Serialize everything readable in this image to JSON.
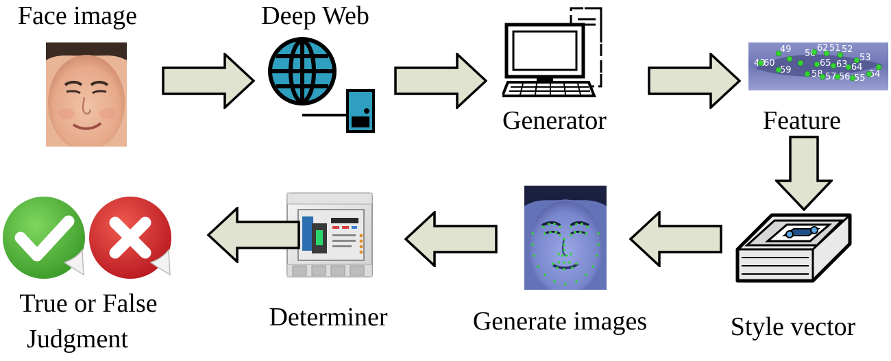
{
  "labels": {
    "face_image": "Face image",
    "deep_web": "Deep Web",
    "generator": "Generator",
    "feature": "Feature",
    "style_vector": "Style vector",
    "generate_images": "Generate images",
    "determiner": "Determiner",
    "judgment_line1": "True or False",
    "judgment_line2": "Judgment"
  },
  "feature_landmark_numbers": [
    "49",
    "48",
    "62",
    "51",
    "52",
    "53",
    "50",
    "63",
    "59",
    "58",
    "57",
    "56",
    "55",
    "54",
    "64",
    "65",
    "60"
  ],
  "colors": {
    "arrow_fill": "#dfe3d0",
    "arrow_stroke": "#000000",
    "globe_teal": "#2e9fbf",
    "check_green": "#4db53a",
    "cross_red": "#d6262b",
    "landmark_green": "#36d436",
    "feature_blue": "#8a90c8"
  },
  "icons": {
    "arrow": "block-arrow-icon",
    "globe": "globe-icon",
    "computer": "desktop-computer-icon",
    "cartridge": "cartridge-icon",
    "breaker": "circuit-breaker-icon",
    "check": "check-badge-icon",
    "cross": "cross-badge-icon"
  }
}
